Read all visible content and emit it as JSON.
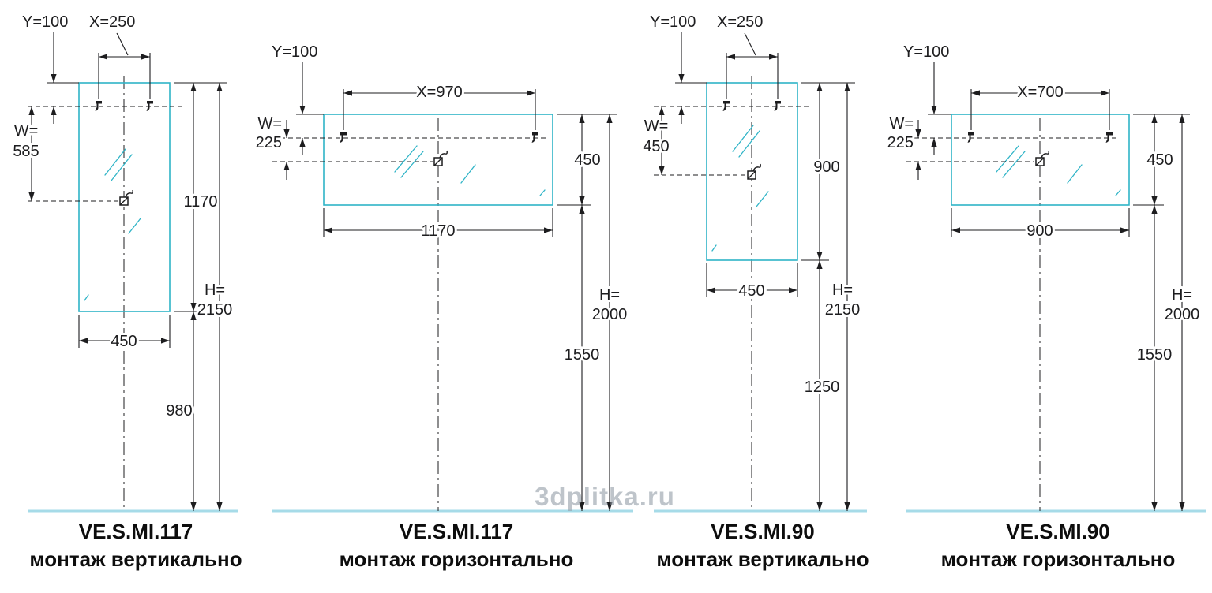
{
  "watermark": "3dplitka.ru",
  "colors": {
    "ink": "#1d1d1f",
    "mirror_stroke": "#2fb4c7",
    "floor_line": "#a6dbe8",
    "watermark": "#97a1ab"
  },
  "panels": [
    {
      "model": "VE.S.MI.117",
      "mount": "монтаж вертикально",
      "dims": {
        "y_offset": "Y=100",
        "hook_spacing": "X=250",
        "w_label": "W=",
        "w_value": "585",
        "mirror_height": "1170",
        "mirror_width": "450",
        "h_label": "H=",
        "h_value": "2150",
        "below_mirror": "980"
      }
    },
    {
      "model": "VE.S.MI.117",
      "mount": "монтаж горизонтально",
      "dims": {
        "y_offset": "Y=100",
        "hook_spacing": "X=970",
        "w_label": "W=",
        "w_value": "225",
        "mirror_height": "450",
        "mirror_width": "1170",
        "h_label": "H=",
        "h_value": "2000",
        "below_mirror": "1550"
      }
    },
    {
      "model": "VE.S.MI.90",
      "mount": "монтаж вертикально",
      "dims": {
        "y_offset": "Y=100",
        "hook_spacing": "X=250",
        "w_label": "W=",
        "w_value": "450",
        "mirror_height": "900",
        "mirror_width": "450",
        "h_label": "H=",
        "h_value": "2150",
        "below_mirror": "1250"
      }
    },
    {
      "model": "VE.S.MI.90",
      "mount": "монтаж горизонтально",
      "dims": {
        "y_offset": "Y=100",
        "hook_spacing": "X=700",
        "w_label": "W=",
        "w_value": "225",
        "mirror_height": "450",
        "mirror_width": "900",
        "h_label": "H=",
        "h_value": "2000",
        "below_mirror": "1550"
      }
    }
  ]
}
